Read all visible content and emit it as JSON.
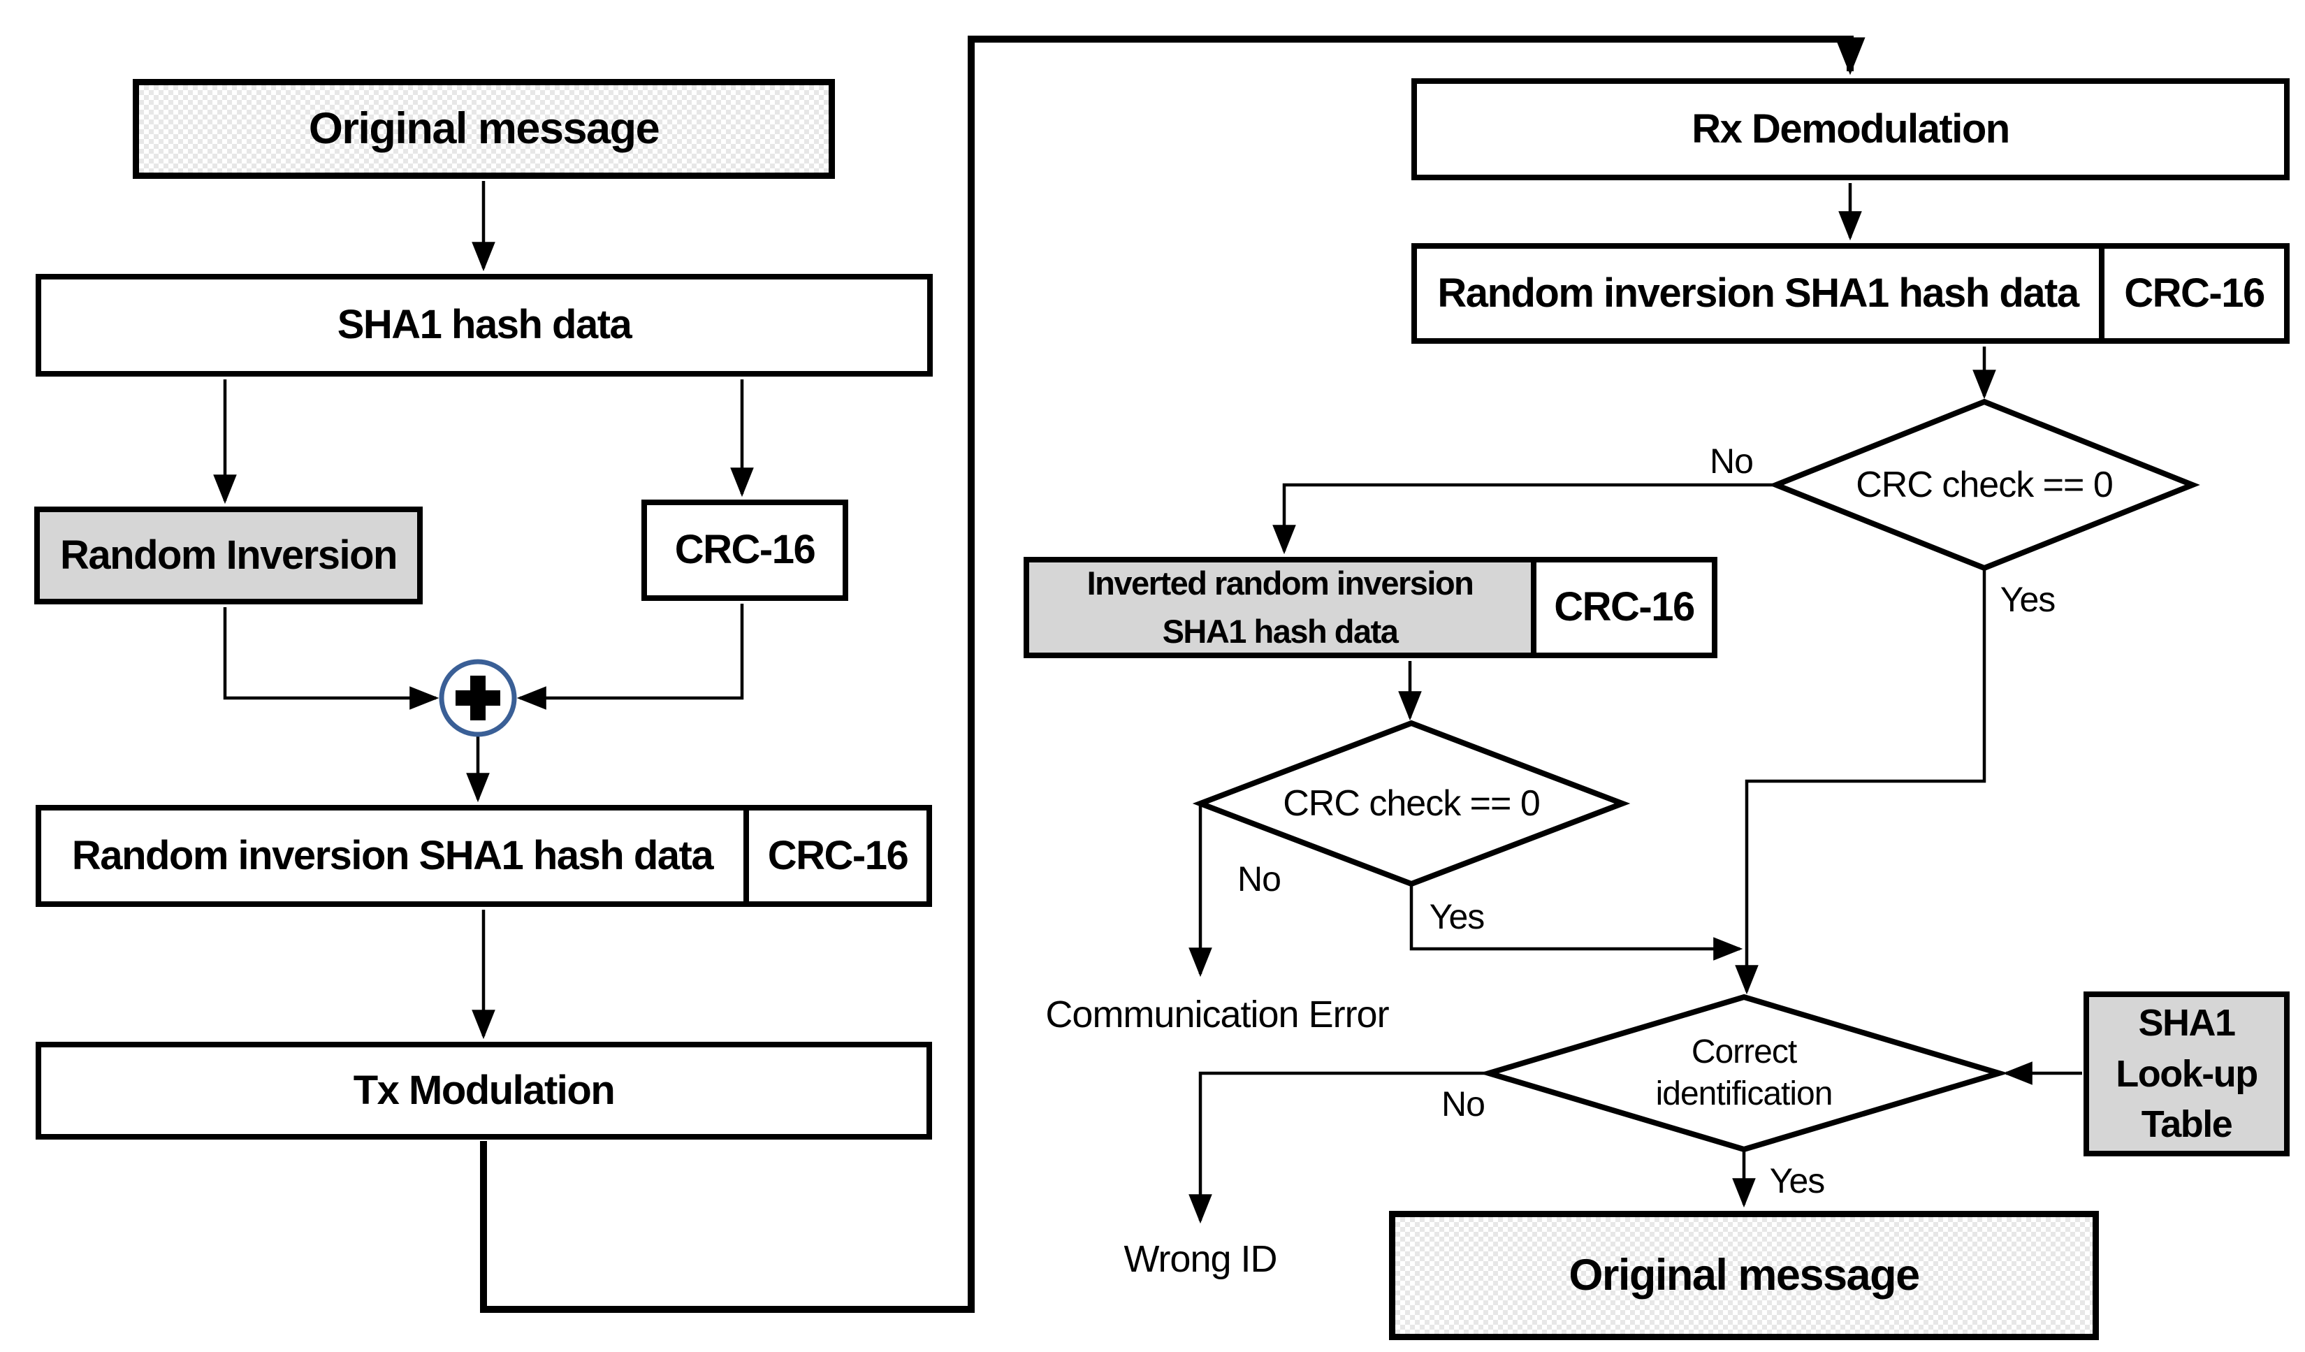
{
  "diagram": {
    "type": "flowchart",
    "colors": {
      "line": "#000000",
      "gray_fill": "#d6d6d6",
      "hatch_fill": "#e7e7e7 on #ffffff",
      "xor_circle_stroke": "#3a5f96"
    },
    "icons": {
      "xor": "plus-in-circle"
    },
    "tx": {
      "original_message": "Original message",
      "sha1_hash_data": "SHA1 hash data",
      "random_inversion": "Random Inversion",
      "crc16": "CRC-16",
      "combined": {
        "label": "Random inversion SHA1 hash data",
        "crc": "CRC-16"
      },
      "tx_modulation": "Tx Modulation"
    },
    "rx": {
      "rx_demodulation": "Rx Demodulation",
      "combined": {
        "label": "Random inversion SHA1 hash data",
        "crc": "CRC-16"
      },
      "crc_check_1": "CRC check == 0",
      "inverted": {
        "label": "Inverted random inversion SHA1 hash data",
        "crc": "CRC-16"
      },
      "crc_check_2": "CRC check == 0",
      "communication_error": "Communication Error",
      "correct_identification": "Correct identification",
      "sha1_lookup_table": "SHA1 Look-up Table",
      "wrong_id": "Wrong ID",
      "original_message": "Original message"
    },
    "branch_labels": {
      "yes": "Yes",
      "no": "No"
    }
  }
}
